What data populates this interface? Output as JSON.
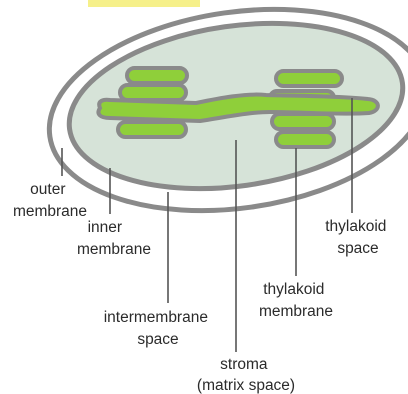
{
  "diagram": {
    "labels": {
      "outer_membrane": [
        "outer",
        "membrane"
      ],
      "inner_membrane": [
        "inner",
        "membrane"
      ],
      "intermembrane_space": [
        "intermembrane",
        "space"
      ],
      "stroma": [
        "stroma",
        "(matrix space)"
      ],
      "thylakoid_membrane": [
        "thylakoid",
        "membrane"
      ],
      "thylakoid_space": [
        "thylakoid",
        "space"
      ]
    },
    "colors": {
      "outer_membrane_stroke": "#8a8a8a",
      "intermembrane_fill": "#ffffff",
      "inner_membrane_stroke": "#8a8a8a",
      "stroma_fill": "#d6e3d8",
      "thylakoid_fill": "#8fcf3a",
      "thylakoid_stroke": "#8a8a8a",
      "leader_line": "#555555",
      "top_highlight": "#f6f08a"
    }
  }
}
